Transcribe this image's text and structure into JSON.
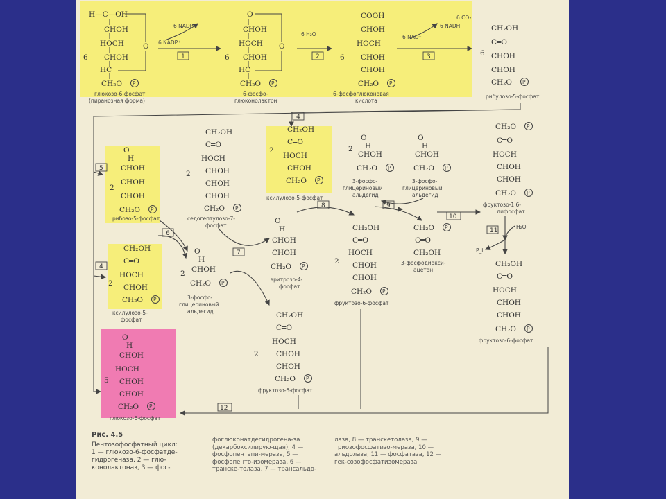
{
  "figure": {
    "caption_title": "Рис. 4.5",
    "caption_text": "Пентозофосфатный цикл:",
    "legend_1": "1 — глюкозо-6-фосфатде-гидрогеназа, 2 — глю-конолактоназ, 3 — фос-",
    "legend_2": "фоглюконатдегидрогена-за (декарбоксилирую-щая), 4 — фосфопентэпи-мераза, 5 — фосфопенто-изомераза, 6 — транске-толаза, 7 — трансальдо-",
    "legend_3": "лаза, 8 — транскетолаза, 9 — триозофосфатизо-мераза, 10 — альдолаза, 11 — фосфатаза, 12 — гек-созофосфатизомераза"
  },
  "cofactors": {
    "nadp": "6 NADP⁺",
    "nadph": "6 NADPH",
    "h2o": "6 H₂O",
    "nad": "6 NAD⁺",
    "nadh": "6 NADH",
    "co2": "6 CO₂",
    "h2o_single": "H₂O",
    "pi": "P_i"
  },
  "steps": [
    "1",
    "2",
    "3",
    "4",
    "5",
    "6",
    "7",
    "8",
    "9",
    "10",
    "11",
    "12"
  ],
  "compounds": {
    "glucose6p_pyr": "глюкозо-6-фосфат",
    "glucose6p_pyr_note": "(пиранозная форма)",
    "gluconolactone": "6-фосфо-глюконолактон",
    "phosphogluconate": "6-фосфоглюконовая кислота",
    "ribulose5p": "рибулозо-5-фосфат",
    "ribose5p": "рибозо-5-фосфат",
    "sedoheptulose7p": "седогептулозо-7-фосфат",
    "xylulose5p_top": "ксилулозо-5-фосфат",
    "xylulose5p_left": "ксилулозо-5-фосфат",
    "g3p_a": "3-фосфо-глицериновый альдегид",
    "g3p_b": "3-фосфо-глицериновый альдегид",
    "g3p_c": "3-фосфо-глицериновый альдегид",
    "dhap": "3-фосфодиокси-ацетон",
    "f16bp": "фруктозо-1,6-дифосфат",
    "erythrose4p": "эритрозо-4-фосфат",
    "fructose6p_mid": "фруктозо-6-фосфат",
    "fructose6p_right": "фруктозо-6-фосфат",
    "fructose6p_bottom": "фруктозо-6-фосфат",
    "glucose6p_bottom": "глюкозо-6-фосфат"
  },
  "stoich": [
    "6",
    "6",
    "6",
    "6",
    "2",
    "2",
    "2",
    "2",
    "2",
    "2",
    "2",
    "2",
    "5"
  ],
  "groups": {
    "cho_h": "H",
    "choh": "CHOH",
    "hoch": "HOCH",
    "ch2oh": "CH₂OH",
    "c_eq_o": "C═O",
    "cooh": "COOH",
    "ch2op": "CH₂O",
    "hc": "HC",
    "p": "P",
    "o": "O",
    "h_oh": "H—C—OH"
  }
}
